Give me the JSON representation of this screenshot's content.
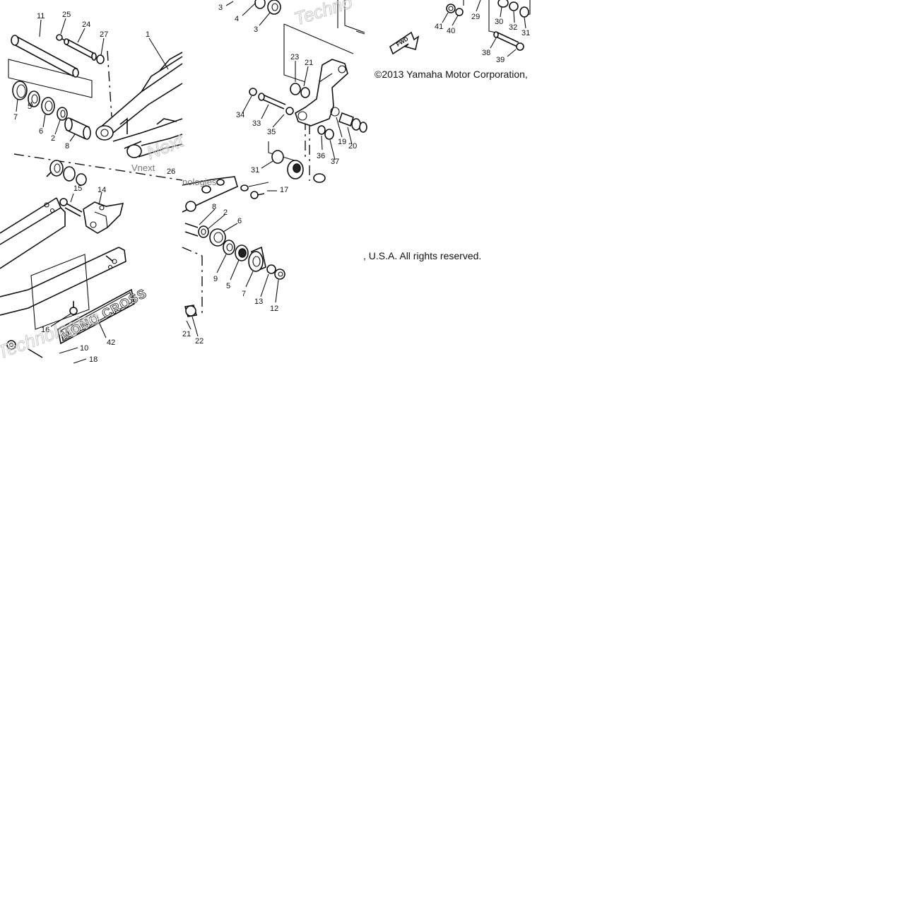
{
  "copyright": {
    "line1": "©2013 Yamaha Motor Corporation,",
    "line2": ", U.S.A. All rights reserved."
  },
  "watermark": {
    "text": "Techno",
    "partial_1": "Next",
    "partial_2": "Technologies",
    "partial_3": "Vnext",
    "partial_4": "nologies"
  },
  "emblem": {
    "text": "MONO CROSS"
  },
  "fwd_label": "FWD",
  "callouts": {
    "q_top_left": [
      {
        "id": "c11",
        "text": "11"
      },
      {
        "id": "c25",
        "text": "25"
      },
      {
        "id": "c24",
        "text": "24"
      },
      {
        "id": "c27",
        "text": "27"
      },
      {
        "id": "c1",
        "text": "1"
      },
      {
        "id": "c7",
        "text": "7"
      },
      {
        "id": "c5",
        "text": "5"
      },
      {
        "id": "c6",
        "text": "6"
      },
      {
        "id": "c2",
        "text": "2"
      },
      {
        "id": "c8",
        "text": "8"
      },
      {
        "id": "c26",
        "text": "26"
      }
    ],
    "q_top_right": [
      {
        "id": "c3a",
        "text": "3"
      },
      {
        "id": "c4",
        "text": "4"
      },
      {
        "id": "c3b",
        "text": "3"
      },
      {
        "id": "c23",
        "text": "23"
      },
      {
        "id": "c21",
        "text": "21"
      },
      {
        "id": "c34",
        "text": "34"
      },
      {
        "id": "c33",
        "text": "33"
      },
      {
        "id": "c35",
        "text": "35"
      },
      {
        "id": "c19",
        "text": "19"
      },
      {
        "id": "c20",
        "text": "20"
      },
      {
        "id": "c36",
        "text": "36"
      },
      {
        "id": "c37",
        "text": "37"
      },
      {
        "id": "c31",
        "text": "31"
      }
    ],
    "q_far_right": [
      {
        "id": "c29",
        "text": "29"
      },
      {
        "id": "c30",
        "text": "30"
      },
      {
        "id": "c32",
        "text": "32"
      },
      {
        "id": "c31b",
        "text": "31"
      },
      {
        "id": "c41",
        "text": "41"
      },
      {
        "id": "c40",
        "text": "40"
      },
      {
        "id": "c38",
        "text": "38"
      },
      {
        "id": "c39",
        "text": "39"
      }
    ],
    "q_bottom_left": [
      {
        "id": "c15",
        "text": "15"
      },
      {
        "id": "c14",
        "text": "14"
      },
      {
        "id": "c16",
        "text": "16"
      },
      {
        "id": "c42",
        "text": "42"
      },
      {
        "id": "c10",
        "text": "10"
      },
      {
        "id": "c18",
        "text": "18"
      }
    ],
    "q_bottom_right": [
      {
        "id": "c17",
        "text": "17"
      },
      {
        "id": "c8b",
        "text": "8"
      },
      {
        "id": "c2b",
        "text": "2"
      },
      {
        "id": "c6b",
        "text": "6"
      },
      {
        "id": "c9",
        "text": "9"
      },
      {
        "id": "c5b",
        "text": "5"
      },
      {
        "id": "c7b",
        "text": "7"
      },
      {
        "id": "c13",
        "text": "13"
      },
      {
        "id": "c12",
        "text": "12"
      },
      {
        "id": "c21b",
        "text": "21"
      },
      {
        "id": "c22",
        "text": "22"
      }
    ]
  }
}
